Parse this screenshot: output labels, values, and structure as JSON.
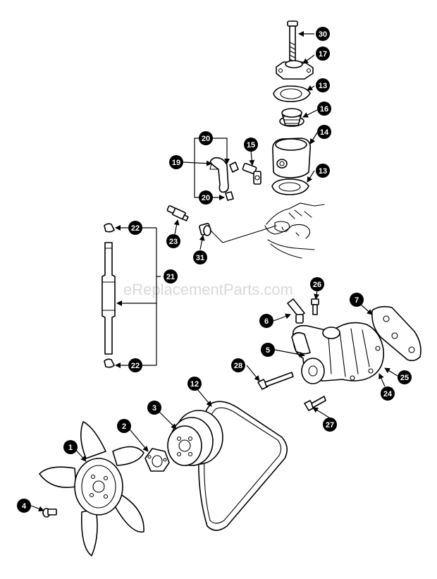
{
  "watermark": "eReplacementParts.com",
  "callouts": [
    "1",
    "2",
    "3",
    "4",
    "5",
    "6",
    "7",
    "12",
    "13",
    "13",
    "14",
    "15",
    "16",
    "17",
    "19",
    "20",
    "20",
    "21",
    "22",
    "22",
    "23",
    "24",
    "25",
    "26",
    "27",
    "28",
    "30",
    "31"
  ]
}
